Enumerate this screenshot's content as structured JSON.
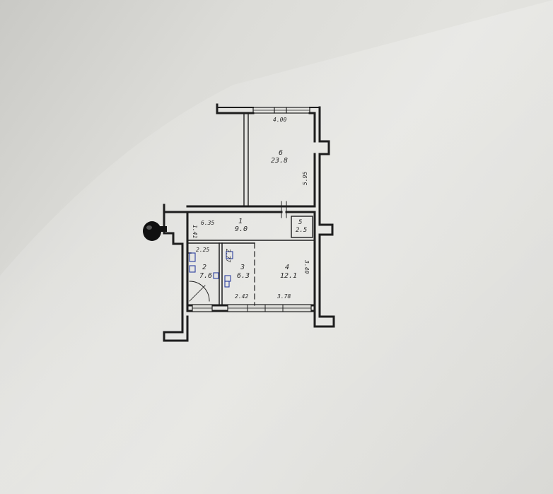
{
  "rooms": [
    {
      "number": "1",
      "area": "9.0"
    },
    {
      "number": "2",
      "area": "7.6"
    },
    {
      "number": "3",
      "area": "6.3"
    },
    {
      "number": "4",
      "area": "12.1"
    },
    {
      "number": "5",
      "area": "2.5"
    },
    {
      "number": "6",
      "area": "23.8"
    }
  ],
  "dimensions": {
    "top_room6_width": "4.00",
    "room6_height": "5.95",
    "corridor_width": "6.35",
    "entrance_width": "1.41",
    "room2_width": "2.25",
    "room2_height": "2.77",
    "room3_width": "2.42",
    "room4_width": "3.78",
    "room4_height": "3.40"
  },
  "colors": {
    "paper": "#dcdcd8",
    "ink": "#1e1e1e",
    "fixture": "#2b3fa0"
  }
}
